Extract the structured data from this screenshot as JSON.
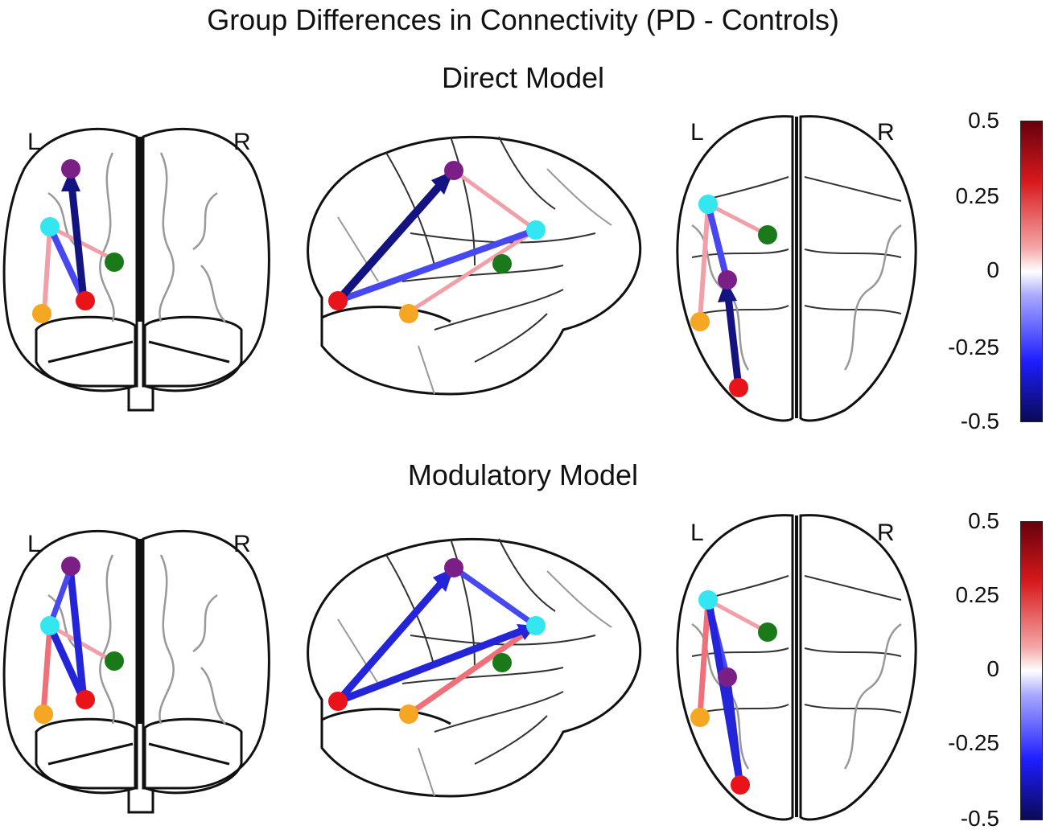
{
  "title": "Group Differences in Connectivity (PD - Controls)",
  "panels": [
    {
      "label": "Direct Model"
    },
    {
      "label": "Modulatory Model"
    }
  ],
  "hemisphere_labels": {
    "left": "L",
    "right": "R"
  },
  "colorbar": {
    "ticks": [
      "0.5",
      "0.25",
      "0",
      "-0.25",
      "-0.5"
    ],
    "range": [
      -0.5,
      0.5
    ],
    "colors": [
      "#67000d",
      "#d7191c",
      "#ffffff",
      "#1d1dff",
      "#0a0a55"
    ]
  },
  "node_colors": {
    "purple": "#7b1f86",
    "cyan": "#33e6f0",
    "green": "#1a7a1a",
    "orange": "#f5a623",
    "red": "#e8141a"
  }
}
